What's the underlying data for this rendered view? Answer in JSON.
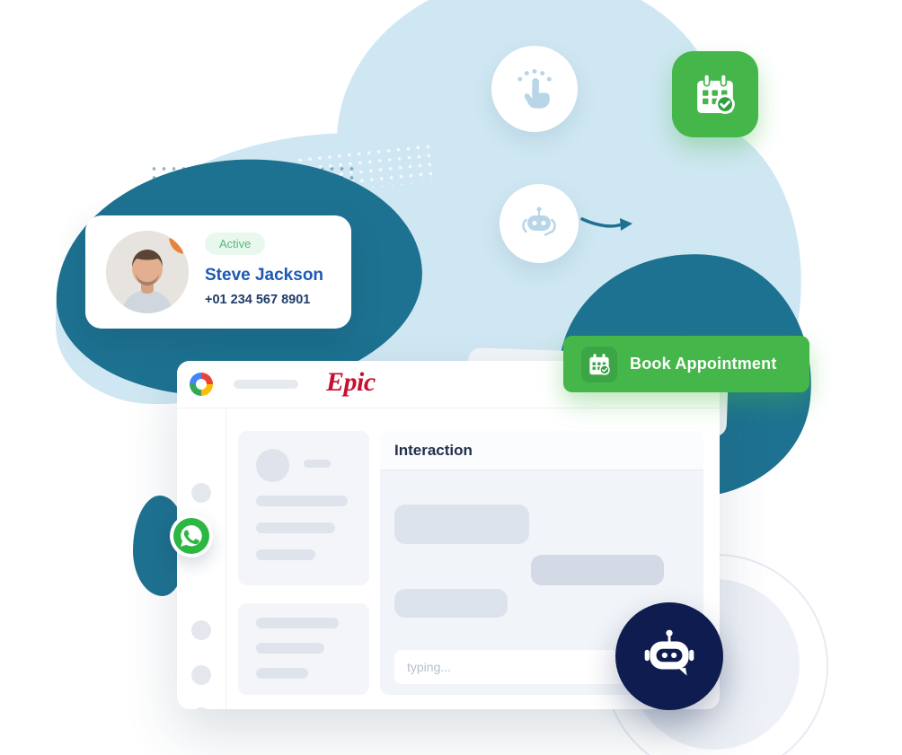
{
  "illustration": {
    "flow_icons": [
      {
        "name": "tap-gesture-icon"
      },
      {
        "name": "calendar-check-app-icon"
      },
      {
        "name": "chatbot-bubble-icon"
      }
    ],
    "decorations": [
      "light-blue-blob",
      "teal-blob-left",
      "teal-blob-right",
      "teal-blob-small",
      "dot-pattern",
      "halo-circles",
      "flow-arrows"
    ]
  },
  "contact_card": {
    "status_badge": "Active",
    "name": "Steve Jackson",
    "phone": "+01 234 567 8901",
    "avatar": "man-photo"
  },
  "cta": {
    "label": "Book Appointment",
    "icon": "calendar-check-icon"
  },
  "app_window": {
    "workspace_logo": "contacts-ring-logo",
    "brand_logo_text": "Epic",
    "panel": {
      "title": "Interaction",
      "input_placeholder": "typing..."
    }
  },
  "badges": {
    "whatsapp": "whatsapp-icon",
    "assistant": "robot-icon"
  },
  "colors": {
    "teal_blob": "#1e7291",
    "light_blue_blob": "#cfe7f2",
    "green_primary": "#45b649",
    "green_dark": "#2f9e41",
    "whatsapp_green": "#2bb741",
    "navy_badge": "#0e1c4f",
    "name_blue": "#1d59b3",
    "status_green": "#58b873",
    "status_bg": "#e9f8ef",
    "epic_red": "#c8102e",
    "skeleton_gray": "#dde3ec"
  }
}
